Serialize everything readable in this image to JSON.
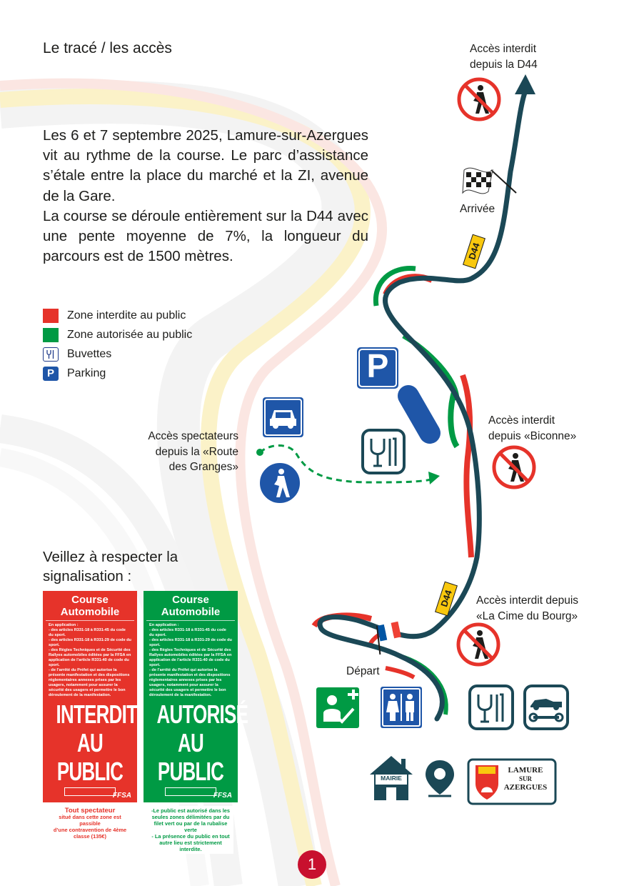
{
  "page": {
    "title": "Le tracé / les accès",
    "intro": [
      "Les 6 et 7 septembre 2025, Lamure-sur-Azergues vit au rythme de la course. Le parc d’assistance s’étale entre la place du marché et la ZI, avenue de la Gare.",
      "La course se déroule entièrement sur la D44 avec une pente moyenne de 7%, la longueur du parcours est de 1500 mètres."
    ],
    "page_number": "1"
  },
  "legend": {
    "items": [
      {
        "label": "Zone interdite au public",
        "color": "#e6332a"
      },
      {
        "label": "Zone autorisée au public",
        "color": "#009a44"
      },
      {
        "label": "Buvettes",
        "icon": "cutlery-icon"
      },
      {
        "label": "Parking",
        "icon": "parking-icon"
      }
    ]
  },
  "map": {
    "labels": {
      "acces_d44": [
        "Accès interdit",
        "depuis la D44"
      ],
      "arrivee": "Arrivée",
      "road_top": "D44",
      "road_bottom": "D44",
      "acces_biconne": [
        "Accès interdit",
        "depuis «Biconne»"
      ],
      "acces_spectateurs": [
        "Accès spectateurs",
        "depuis la «Route",
        "des Granges»"
      ],
      "acces_cime": [
        "Accès interdit depuis",
        "«La Cime du Bourg»"
      ],
      "depart": "Départ",
      "parking_letter": "P",
      "mairie": "MAIRIE",
      "town_logo": [
        "LAMURE",
        "SUR",
        "AZERGUES"
      ]
    }
  },
  "signalisation": {
    "heading": [
      "Veillez à respecter la",
      "signalisation :"
    ],
    "panels": [
      {
        "header": "Course Automobile",
        "fine": [
          "En application :",
          "- des articles R331-18 à R331-45 du code du sport.",
          "- des articles R331-18 à R331-29 de code du sport.",
          "- des Règles Techniques et de Sécurité des Rallyes automobiles éditées par la FFSA en application de l’article R331-40 de code du sport.",
          "- de l’arrêté du Préfet qui autorise la présente manifestation et des dispositions réglementaires annexes prises par les usagers, notamment pour assurer la sécurité des usagers et permettre le bon déroulement de la manifestation."
        ],
        "big": [
          "INTERDIT",
          "AU PUBLIC"
        ],
        "box": [
          "Tout spectateur",
          "situé dans cette zone est passible",
          "d’une contravention de 4ème classe (135€)"
        ],
        "logo": "FFSA",
        "color": "#e6332a"
      },
      {
        "header": "Course Automobile",
        "fine": [
          "En application :",
          "- des articles R331-18 à R331-45 du code du sport.",
          "- des articles R331-18 à R331-29 de code du sport.",
          "- des Règles Techniques et de Sécurité des Rallyes automobiles éditées par la FFSA en application de l’article R331-40 de code du sport.",
          "- de l’arrêté du Préfet qui autorise la présente manifestation et des dispositions réglementaires annexes prises par les usagers, notamment pour assurer la sécurité des usagers et permettre le bon déroulement de la manifestation."
        ],
        "big": [
          "AUTORISÉ",
          "AU PUBLIC"
        ],
        "box": [
          "-Le public est autorisé dans les seules zones délimitées par du filet vert ou par de la rubalise verte",
          "- La présence du public en tout autre lieu est strictement interdite."
        ],
        "logo": "FFSA",
        "color": "#009a44"
      }
    ]
  },
  "colors": {
    "road": "#1b4856",
    "forbidden": "#e6332a",
    "allowed": "#009a44",
    "sign_blue": "#1f56a8",
    "sign_frame": "#1b4856",
    "page_badge": "#c8102e"
  }
}
